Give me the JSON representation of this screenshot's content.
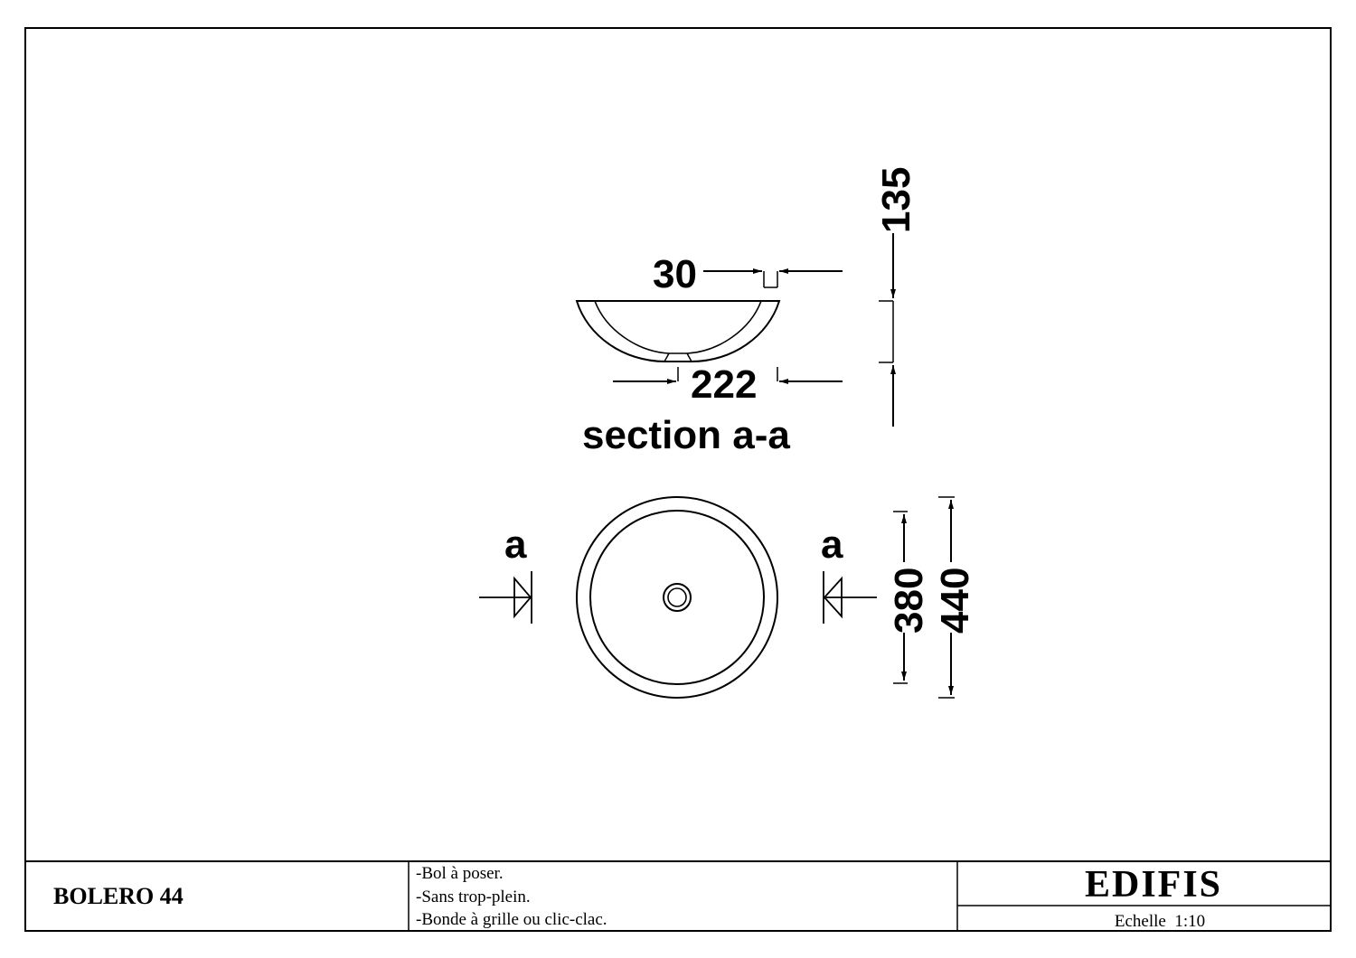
{
  "drawing": {
    "dimensions": {
      "height": "135",
      "drain_width": "30",
      "base_width": "222",
      "inner_diameter": "380",
      "outer_diameter": "440"
    },
    "section_title": "section a-a",
    "section_marker_left": "a",
    "section_marker_right": "a"
  },
  "title_block": {
    "product_name": "BOLERO 44",
    "notes": [
      "-Bol à poser.",
      "-Sans trop-plein.",
      "-Bonde à grille ou clic-clac."
    ],
    "brand": "EDIFIS",
    "scale": "Echelle  1:10"
  }
}
